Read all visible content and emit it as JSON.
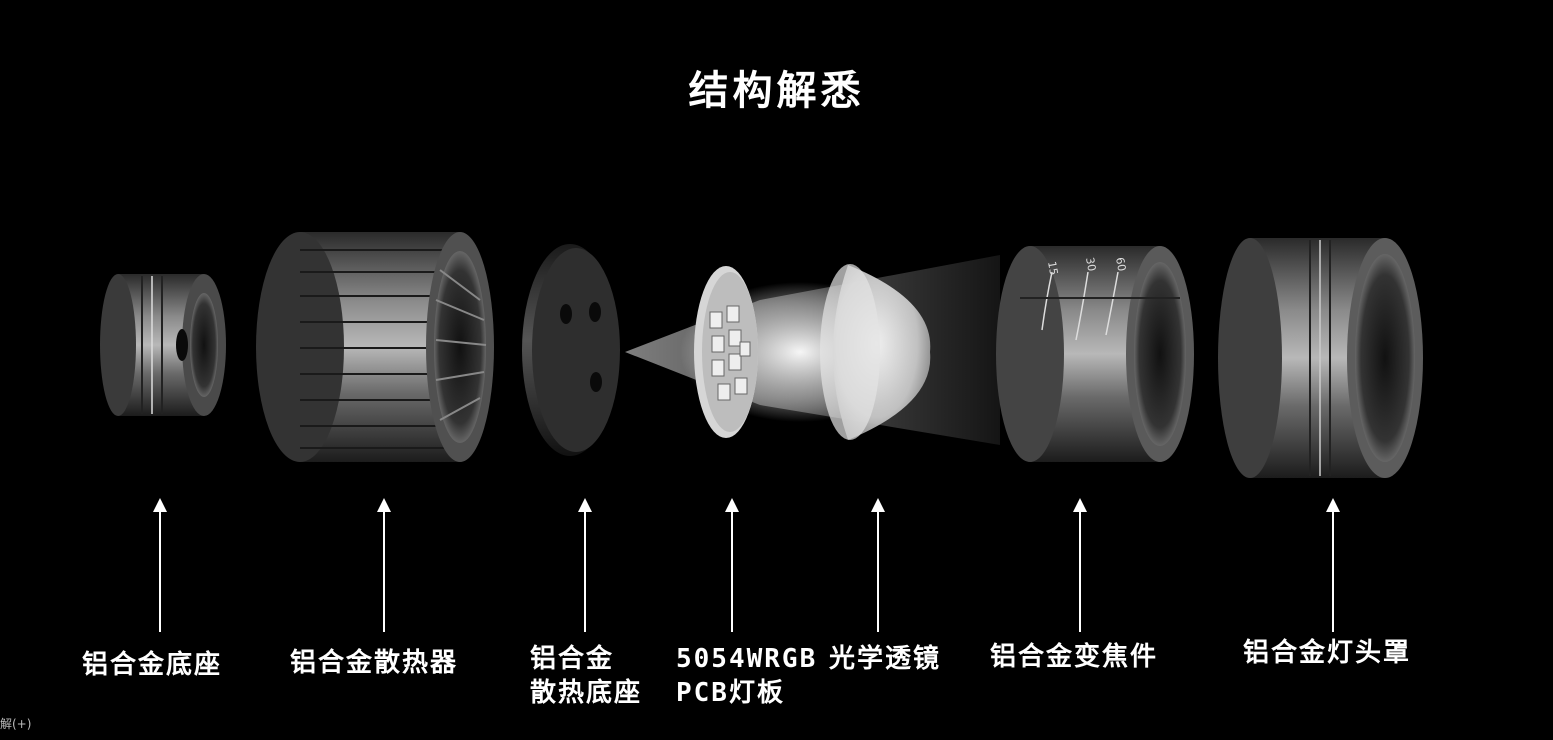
{
  "title": "结构解悉",
  "components": [
    {
      "id": "base",
      "label_lines": [
        "铝合金底座"
      ]
    },
    {
      "id": "heatsink",
      "label_lines": [
        "铝合金散热器"
      ]
    },
    {
      "id": "heatsink-base",
      "label_lines": [
        "铝合金",
        "散热底座"
      ]
    },
    {
      "id": "pcb",
      "label_lines": [
        "5054WRGB",
        "PCB灯板"
      ]
    },
    {
      "id": "lens",
      "label_lines": [
        "光学透镜"
      ]
    },
    {
      "id": "zoom",
      "label_lines": [
        "铝合金变焦件"
      ]
    },
    {
      "id": "cover",
      "label_lines": [
        "铝合金灯头罩"
      ]
    }
  ],
  "zoom_marks": [
    "15",
    "30",
    "60"
  ],
  "corner_text": "解(+)"
}
